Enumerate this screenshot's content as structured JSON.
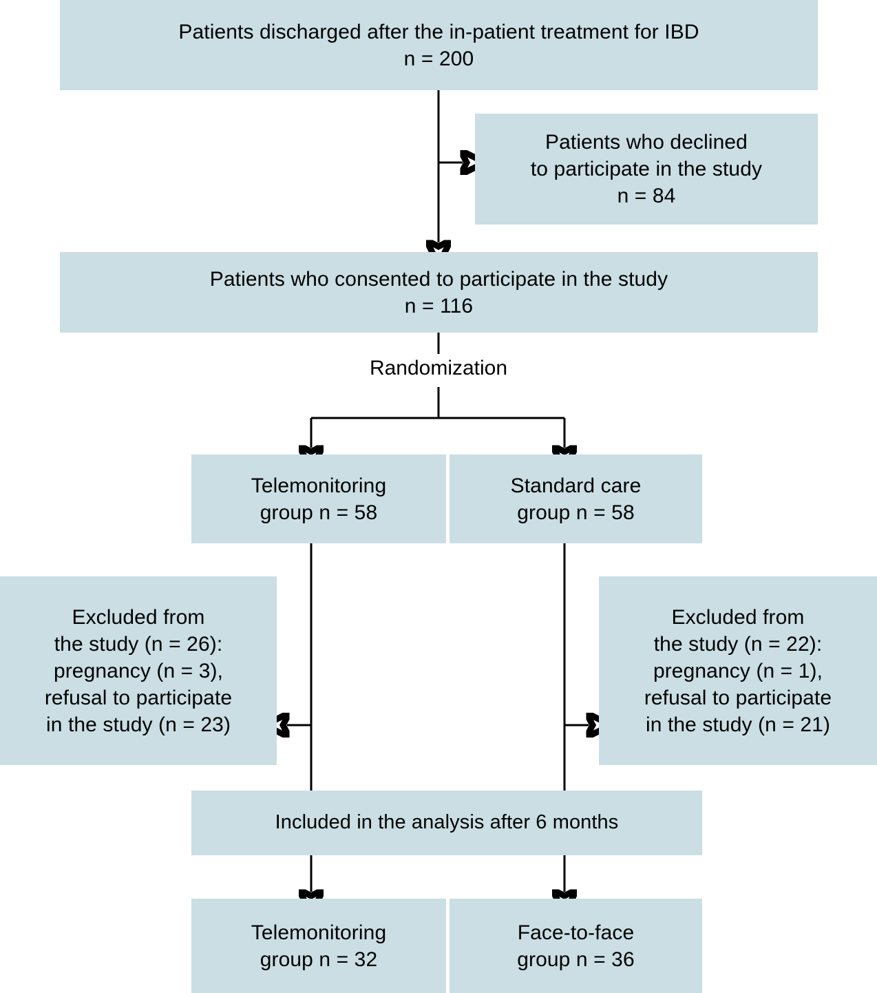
{
  "diagram": {
    "title": "CONSORT participant flow diagram",
    "colors": {
      "box_fill": "#cadee4",
      "line": "#000000",
      "text": "#000000",
      "background": "#ffffff"
    },
    "nodes": {
      "discharged": {
        "line1": "Patients discharged after the in-patient treatment for IBD",
        "line2": "n = 200",
        "n": 200
      },
      "declined": {
        "line1": "Patients who declined",
        "line2": "to participate in the study",
        "line3": "n = 84",
        "n": 84
      },
      "consented": {
        "line1": "Patients who consented to participate in the study",
        "line2": "n = 116",
        "n": 116
      },
      "randomization": {
        "label": "Randomization"
      },
      "telemonitoring_group": {
        "line1": "Telemonitoring",
        "line2": "group n = 58",
        "n": 58
      },
      "standard_care_group": {
        "line1": "Standard care",
        "line2": "group n = 58",
        "n": 58
      },
      "excluded_left": {
        "line1": "Excluded from",
        "line2": "the study (n = 26):",
        "line3": "pregnancy (n = 3),",
        "line4": "refusal to participate",
        "line5": "in the study (n = 23)",
        "n_excluded": 26,
        "n_pregnancy": 3,
        "n_refusal": 23
      },
      "excluded_right": {
        "line1": "Excluded from",
        "line2": "the study (n = 22):",
        "line3": "pregnancy (n = 1),",
        "line4": "refusal to participate",
        "line5": "in the study (n = 21)",
        "n_excluded": 22,
        "n_pregnancy": 1,
        "n_refusal": 21
      },
      "included_analysis": {
        "line1": "Included in the analysis after 6 months",
        "months": 6
      },
      "telemonitoring_final": {
        "line1": "Telemonitoring",
        "line2": "group n = 32",
        "n": 32
      },
      "face_to_face_final": {
        "line1": "Face-to-face",
        "line2": "group n = 36",
        "n": 36
      }
    }
  }
}
